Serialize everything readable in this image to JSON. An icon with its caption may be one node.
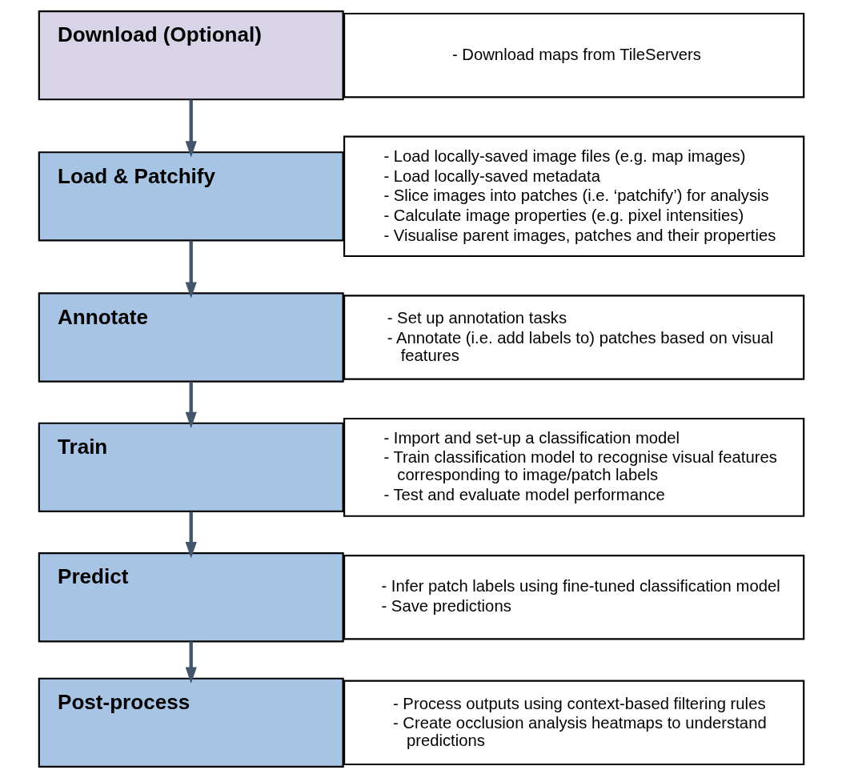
{
  "diagram": {
    "nodes": [
      {
        "text": [
          "Download (Optional)"
        ]
      },
      {
        "text": [
          "- Download maps from TileServers"
        ]
      },
      {
        "text": [
          "Load & Patchify"
        ]
      },
      {
        "text": [
          "- Load locally-saved image files (e.g. map images)",
          "- Load locally-saved metadata",
          "- Slice images into patches (i.e. ‘patchify’) for analysis",
          "- Calculate image properties (e.g. pixel intensities)",
          "- Visualise parent images, patches and their properties"
        ]
      },
      {
        "text": [
          "Annotate"
        ]
      },
      {
        "text": [
          "- Set up annotation tasks",
          "- Annotate (i.e. add labels to) patches based on visual features"
        ]
      },
      {
        "text": [
          "Train"
        ]
      },
      {
        "text": [
          "- Import and set-up a classification model",
          "- Train classification model to recognise visual features corresponding to image/patch labels",
          "- Test and evaluate model performance"
        ]
      },
      {
        "text": [
          "Predict"
        ]
      },
      {
        "text": [
          "- Infer patch labels using fine-tuned classification model",
          "- Save predictions"
        ]
      },
      {
        "text": [
          "Post-process"
        ]
      },
      {
        "text": [
          "- Process outputs using context-based filtering rules",
          "- Create occlusion analysis heatmaps to understand predictions"
        ]
      }
    ],
    "edges": [
      {
        "from": 0,
        "to": 2,
        "arrow": "to"
      },
      {
        "from": 2,
        "to": 4,
        "arrow": "to"
      },
      {
        "from": 4,
        "to": 6,
        "arrow": "to"
      },
      {
        "from": 6,
        "to": 8,
        "arrow": "to"
      },
      {
        "from": 8,
        "to": 10,
        "arrow": "to"
      }
    ]
  }
}
